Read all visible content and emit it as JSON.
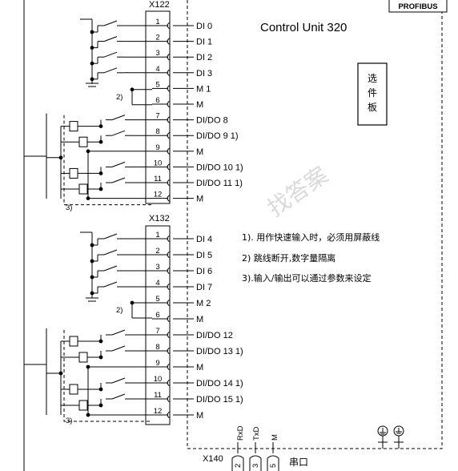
{
  "header": {
    "brand_badge": "PROFIBUS",
    "unit_title": "Control Unit 320",
    "option_board": [
      "选",
      "件",
      "板"
    ]
  },
  "connectors": {
    "x122": {
      "name": "X122",
      "pins": [
        {
          "num": "1",
          "label": "DI 0"
        },
        {
          "num": "2",
          "label": "DI 1"
        },
        {
          "num": "3",
          "label": "DI 2"
        },
        {
          "num": "4",
          "label": "DI 3"
        },
        {
          "num": "5",
          "label": "M 1"
        },
        {
          "num": "6",
          "label": "M"
        },
        {
          "num": "7",
          "label": "DI/DO 8"
        },
        {
          "num": "8",
          "label": "DI/DO 9 1)"
        },
        {
          "num": "9",
          "label": "M"
        },
        {
          "num": "10",
          "label": "DI/DO 10 1)"
        },
        {
          "num": "11",
          "label": "DI/DO 11 1)"
        },
        {
          "num": "12",
          "label": "M"
        }
      ]
    },
    "x132": {
      "name": "X132",
      "pins": [
        {
          "num": "1",
          "label": "DI 4"
        },
        {
          "num": "2",
          "label": "DI 5"
        },
        {
          "num": "3",
          "label": "DI 6"
        },
        {
          "num": "4",
          "label": "DI 7"
        },
        {
          "num": "5",
          "label": "M 2"
        },
        {
          "num": "6",
          "label": "M"
        },
        {
          "num": "7",
          "label": "DI/DO 12"
        },
        {
          "num": "8",
          "label": "DI/DO 13 1)"
        },
        {
          "num": "9",
          "label": "M"
        },
        {
          "num": "10",
          "label": "DI/DO 14 1)"
        },
        {
          "num": "11",
          "label": "DI/DO 15 1)"
        },
        {
          "num": "12",
          "label": "M"
        }
      ]
    },
    "x140": {
      "name": "X140",
      "pins": [
        {
          "num": "2",
          "label": "RxD"
        },
        {
          "num": "3",
          "label": "TxD"
        },
        {
          "num": "5",
          "label": "M"
        }
      ],
      "description": "串口"
    }
  },
  "notes": [
    "1). 用作快速输入时，必须用屏蔽线",
    "2) 跳线断开,数字量隔离",
    "3).输入/输出可以通过参数来设定"
  ],
  "callouts": {
    "jumper": "2)",
    "configurable": "3)"
  },
  "watermark": "找答案"
}
